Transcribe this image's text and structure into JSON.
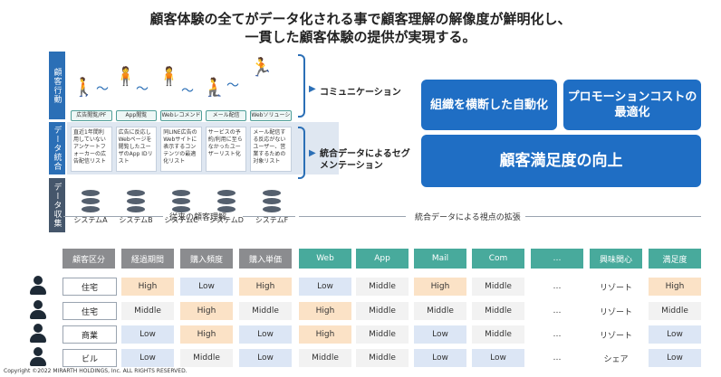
{
  "title": {
    "line1": "顧客体験の全てがデータ化される事で顧客理解の解像度が鮮明化し、",
    "line2": "一貫した顧客体験の提供が実現する。"
  },
  "sidebar": {
    "behavior": "顧客行動",
    "integration": "データ統合",
    "collection": "データ収集"
  },
  "channels": [
    "広告閲覧/PF",
    "App閲覧",
    "Webレコメンド",
    "メール配信",
    "Webソリューション/営業関連"
  ],
  "segments": [
    "直近1年間利用していないアンケートフォーカーの広告配信リスト",
    "広告に反応しWebページを閲覧したユーザのApp IDリスト",
    "同LINE広告のWebサイトに表示するコンテンツの最適化リスト",
    "サービスの予約/利用に至らなかったユーザーリスト化",
    "メール配信する反応がないユーザー、営業するための対象リスト"
  ],
  "systems": [
    "システムA",
    "システムB",
    "システムC",
    "システムD",
    "システムF"
  ],
  "arrows": {
    "comm": "コミュニケーション",
    "seg": "統合データによるセグメンテーション"
  },
  "boxes": {
    "b1": "組織を横断した自動化",
    "b2": "プロモーションコストの最適化",
    "b3": "顧客満足度の向上"
  },
  "sections": {
    "left": "従来の顧客理解",
    "right": "統合データによる視点の拡張"
  },
  "headers": [
    "顧客区分",
    "経過期間",
    "購入頻度",
    "購入単価",
    "Web",
    "App",
    "Mail",
    "Com",
    "…",
    "興味関心",
    "満足度"
  ],
  "rows": [
    {
      "label": "住宅",
      "cells": [
        "High",
        "Low",
        "High",
        "Low",
        "Middle",
        "High",
        "Middle",
        "…",
        "リゾート",
        "High"
      ]
    },
    {
      "label": "住宅",
      "cells": [
        "Middle",
        "High",
        "Middle",
        "High",
        "Middle",
        "Middle",
        "Middle",
        "…",
        "リゾート",
        "Middle"
      ]
    },
    {
      "label": "商業",
      "cells": [
        "Low",
        "High",
        "Low",
        "High",
        "Middle",
        "Low",
        "Middle",
        "…",
        "リゾート",
        "Low"
      ]
    },
    {
      "label": "ビル",
      "cells": [
        "Low",
        "Middle",
        "Low",
        "Middle",
        "Middle",
        "Low",
        "Low",
        "…",
        "シェア",
        "Low"
      ]
    }
  ],
  "footer": "Copyright ©2022 MIRARTH HOLDINGS, Inc.  ALL RIGHTS RESERVED.",
  "colors": {
    "blue": "#1f6ec4",
    "teal": "#48aa9c",
    "gray": "#8b8c8f",
    "high": "#fbe2c6",
    "low": "#dce6f5",
    "middle": "#f2f2f2"
  }
}
